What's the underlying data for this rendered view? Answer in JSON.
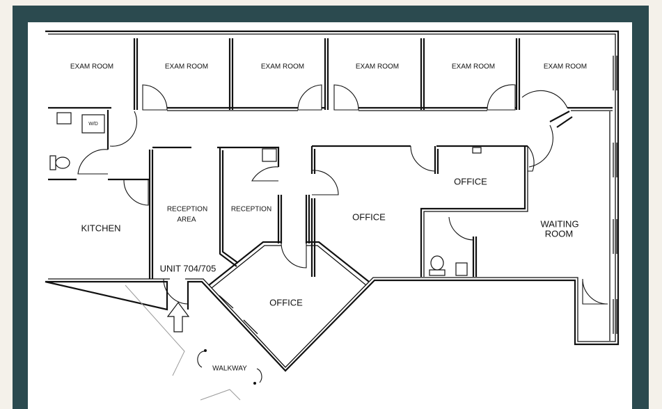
{
  "colors": {
    "frame": "#2b4a4f",
    "paper": "#ffffff",
    "ink": "#111111"
  },
  "icons": {
    "entrance_arrow": "arrow-up-icon",
    "toilet": "toilet-icon",
    "sink": "sink-icon"
  },
  "rooms": {
    "exam1": "EXAM ROOM",
    "exam2": "EXAM ROOM",
    "exam3": "EXAM ROOM",
    "exam4": "EXAM ROOM",
    "exam5": "EXAM ROOM",
    "exam6": "EXAM ROOM",
    "washer_dryer": "W/D",
    "kitchen": "KITCHEN",
    "reception_area_line1": "RECEPTION",
    "reception_area_line2": "AREA",
    "reception": "RECEPTION",
    "office_center": "OFFICE",
    "office_upper_right": "OFFICE",
    "office_front": "OFFICE",
    "waiting_line1": "WAITING",
    "waiting_line2": "ROOM"
  },
  "labels": {
    "unit": "UNIT 704/705",
    "walkway": "WALKWAY"
  }
}
